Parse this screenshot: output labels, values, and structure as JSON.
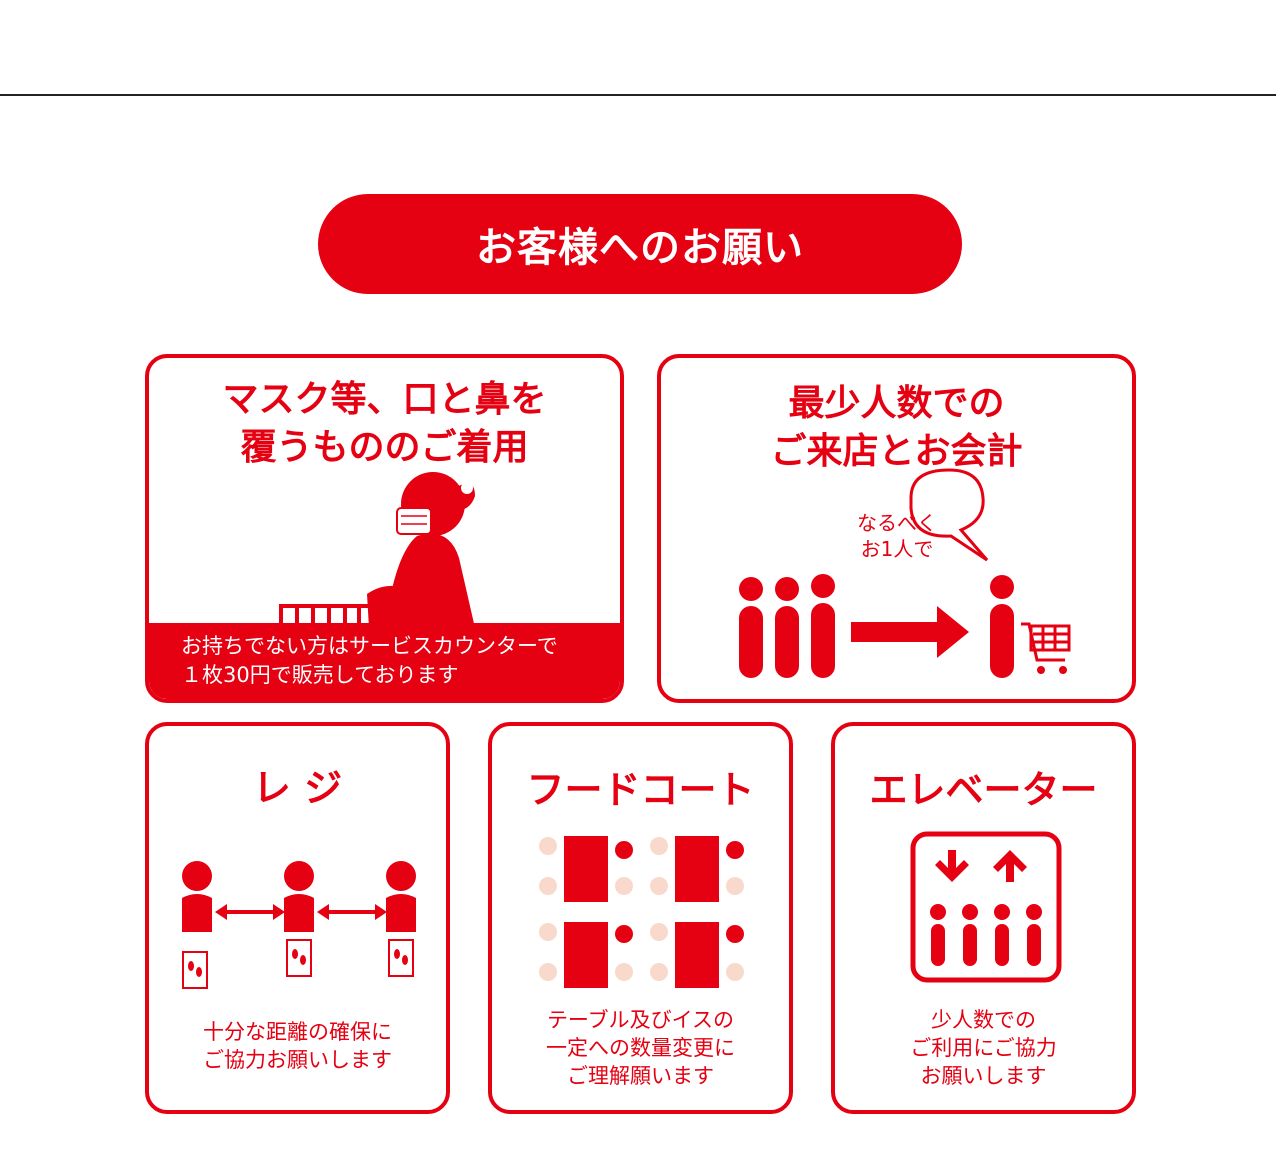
{
  "banner": {
    "title": "お客様へのお願い"
  },
  "mask_card": {
    "title_line1": "マスク等、口と鼻を",
    "title_line2": "覆うもののご着用",
    "note_line1": "お持ちでない方はサービスカウンターで",
    "note_line2": "１枚30円で販売しております",
    "icon": "woman-wearing-mask-with-cart-icon"
  },
  "shopping_card": {
    "title_line1": "最少人数での",
    "title_line2": "ご来店とお会計",
    "bubble_line1": "なるべく",
    "bubble_line2": "お1人で",
    "icon": "group-to-single-shopper-icon"
  },
  "register_card": {
    "title": "レ ジ",
    "caption_line1": "十分な距離の確保に",
    "caption_line2": "ご協力お願いします",
    "icon": "social-distancing-queue-icon"
  },
  "foodcourt_card": {
    "title": "フードコート",
    "caption_line1": "テーブル及びイスの",
    "caption_line2": "一定への数量変更に",
    "caption_line3": "ご理解願います",
    "icon": "reduced-seating-tables-icon"
  },
  "elevator_card": {
    "title": "エレベーター",
    "caption_line1": "少人数での",
    "caption_line2": "ご利用にご協力",
    "caption_line3": "お願いします",
    "icon": "elevator-few-people-icon"
  },
  "colors": {
    "brand_red": "#e50012",
    "seat_pale": "#f9d9cc"
  }
}
